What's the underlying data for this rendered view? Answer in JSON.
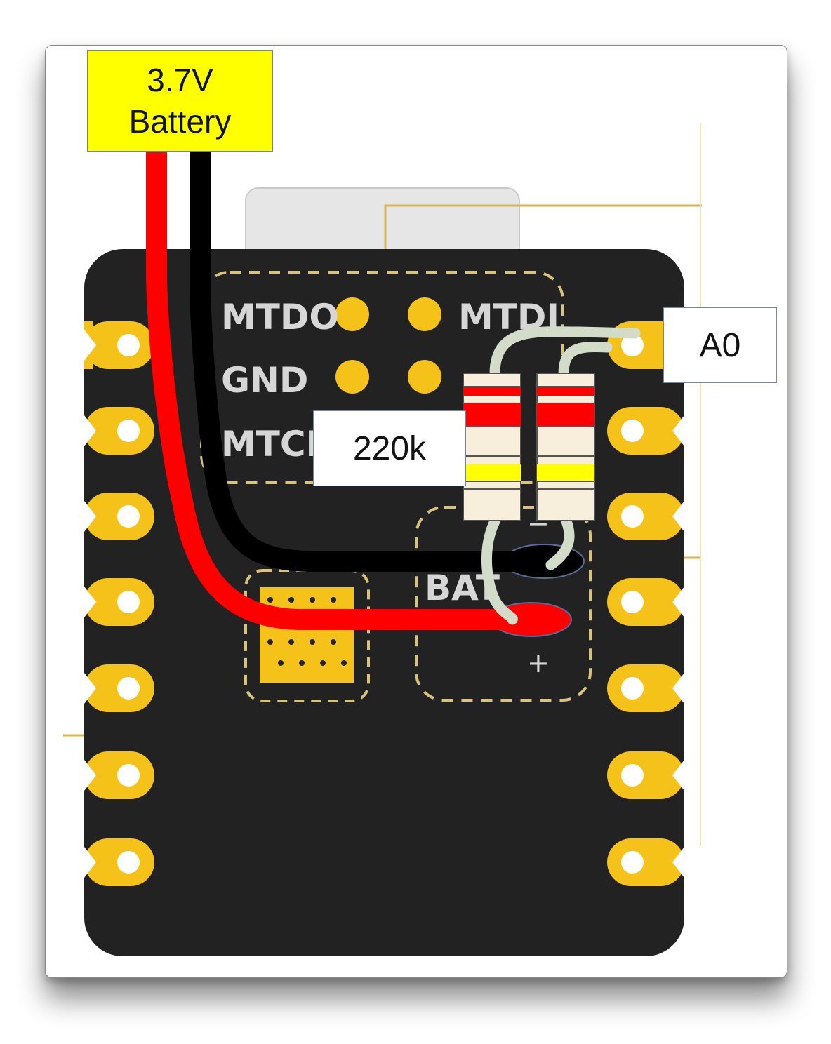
{
  "labels": {
    "battery_line1": "3.7V",
    "battery_line2": "Battery",
    "a0": "A0",
    "resistor_value": "220k"
  },
  "board_silkscreen": {
    "mtdo": "MTDO",
    "mtdi": "MTDI",
    "gnd": "GND",
    "mtck": "MTCK",
    "bat": "BAT",
    "minus": "−",
    "plus": "+"
  },
  "colors": {
    "board": "#222222",
    "pad": "#f5c21a",
    "wire_positive": "#ff0000",
    "wire_negative": "#000000",
    "resistor_leads": "#d3dcc9",
    "battery_label_bg": "#ffff00"
  }
}
